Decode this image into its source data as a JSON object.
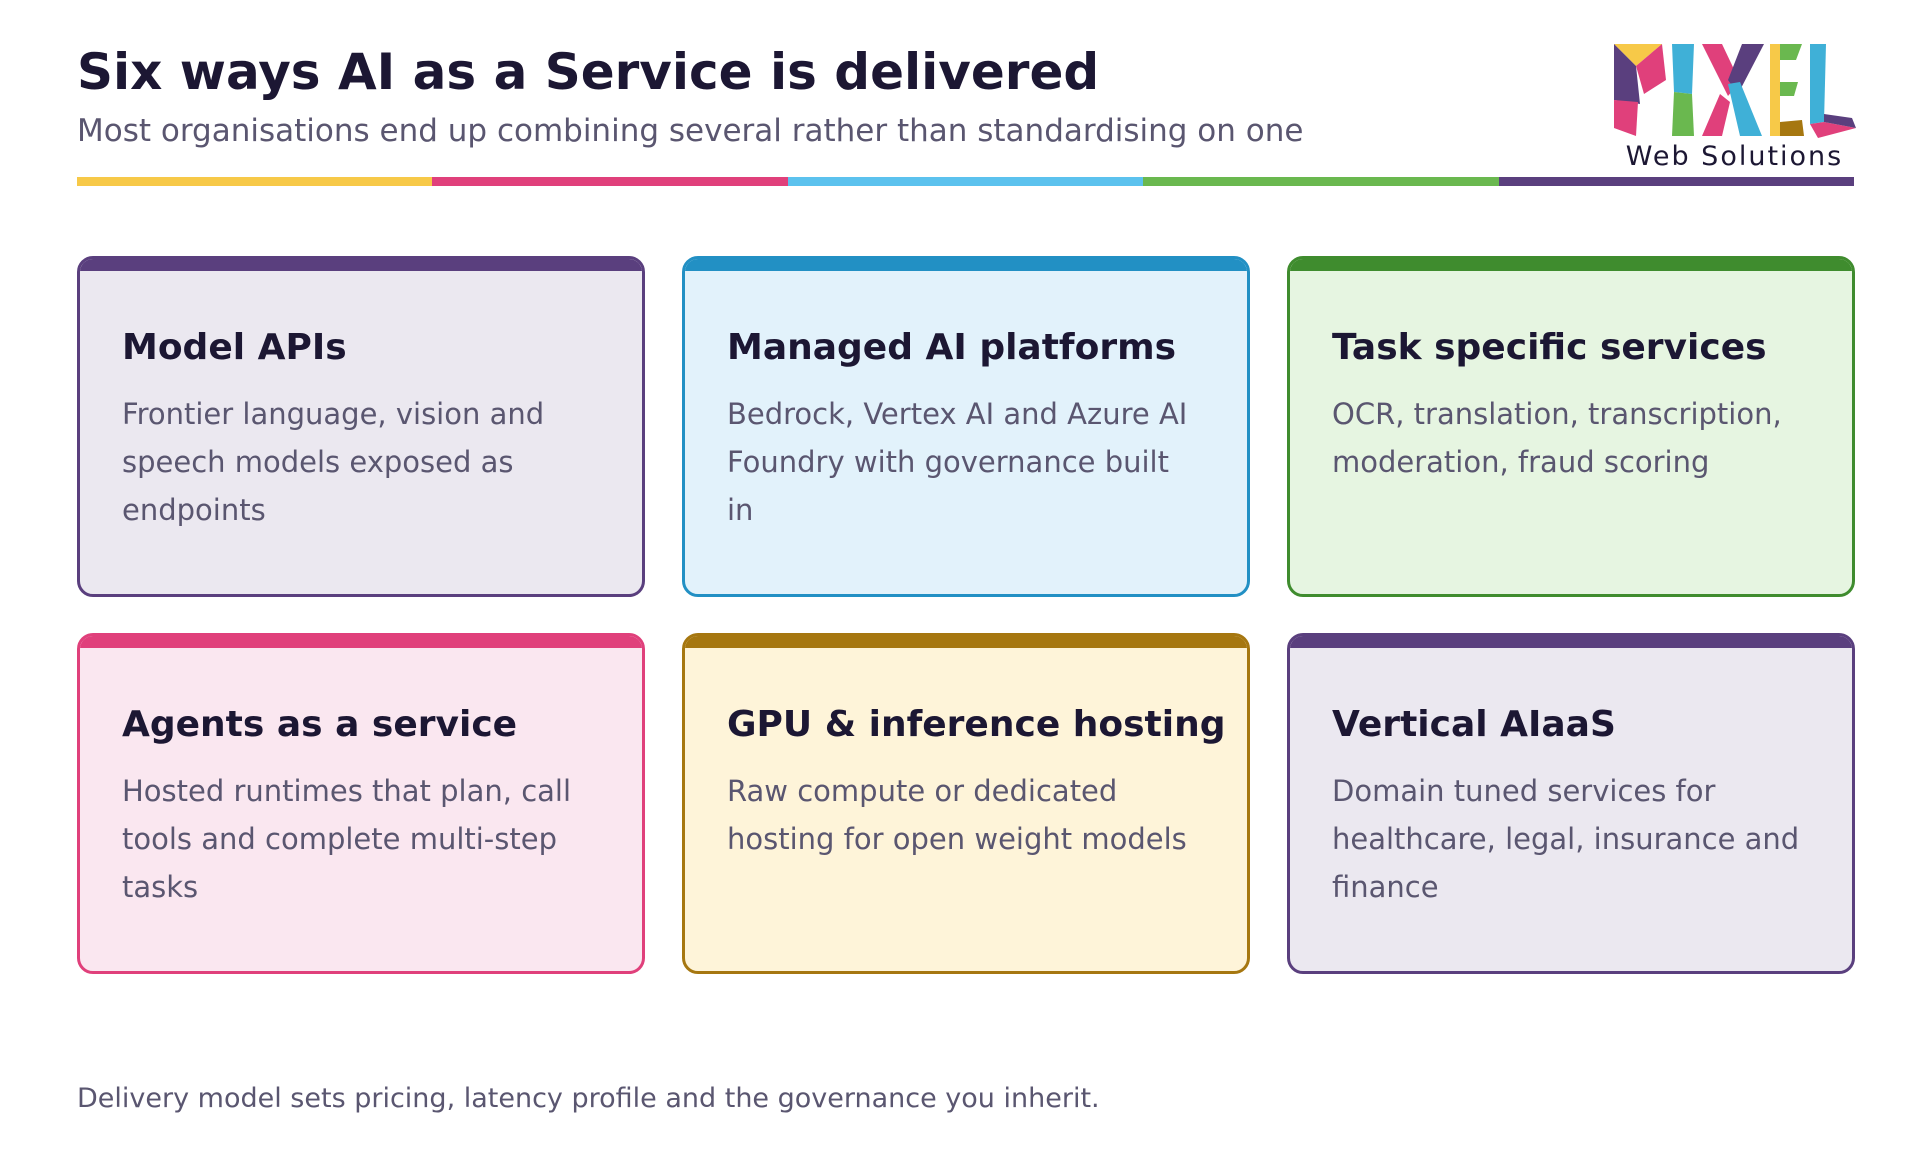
{
  "header": {
    "title": "Six ways AI as a Service is delivered",
    "subtitle": "Most organisations end up combining several rather than standardising on one"
  },
  "logo": {
    "wordmark": "PIXEL",
    "tagline": "Web Solutions"
  },
  "divider_colors": [
    "#f7c948",
    "#e0407b",
    "#5cc2ee",
    "#6ab84f",
    "#5a3f7e"
  ],
  "cards": [
    {
      "title": "Model APIs",
      "text": "Frontier language, vision and speech models exposed as endpoints",
      "accent": "#5a3f7e",
      "background": "#ebe8f0"
    },
    {
      "title": "Managed AI platforms",
      "text": "Bedrock, Vertex AI and Azure AI Foundry with governance built in",
      "accent": "#2290c4",
      "background": "#e2f2fb"
    },
    {
      "title": "Task specific services",
      "text": "OCR, translation, transcription, moderation, fraud scoring",
      "accent": "#3f8c2e",
      "background": "#e6f5e1"
    },
    {
      "title": "Agents as a service",
      "text": "Hosted runtimes that plan, call tools and complete multi-step tasks",
      "accent": "#e0407b",
      "background": "#fae7f0"
    },
    {
      "title": "GPU & inference hosting",
      "text": "Raw compute or dedicated hosting for open weight models",
      "accent": "#a67710",
      "background": "#fef4d9"
    },
    {
      "title": "Vertical AIaaS",
      "text": "Domain tuned services for healthcare, legal, insurance and finance",
      "accent": "#5a3f7e",
      "background": "#ebe8f0"
    }
  ],
  "footer": {
    "note": "Delivery model sets pricing, latency profile and the governance you inherit."
  }
}
